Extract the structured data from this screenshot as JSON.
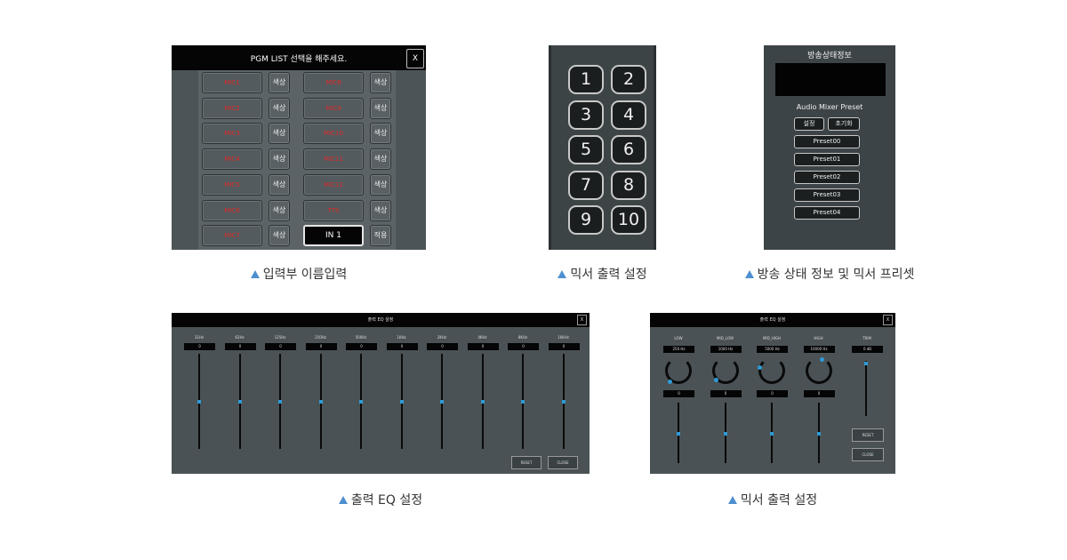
{
  "pgm_list": {
    "title": "PGM LIST 선택을 해주세요.",
    "close_label": "X",
    "rows": [
      {
        "left": "MIC1",
        "right": "MIC8"
      },
      {
        "left": "MIC2",
        "right": "MIC9"
      },
      {
        "left": "MIC3",
        "right": "MIC10"
      },
      {
        "left": "MIC4",
        "right": "MIC11"
      },
      {
        "left": "MIC5",
        "right": "MIC12"
      },
      {
        "left": "MIC6",
        "right": "TTS"
      },
      {
        "left": "MIC7",
        "right": "IN 1"
      }
    ],
    "color_label": "색상",
    "apply_label": "적용",
    "caption": "입력부 이름입력"
  },
  "numpad": {
    "keys": [
      "1",
      "2",
      "3",
      "4",
      "5",
      "6",
      "7",
      "8",
      "9",
      "10"
    ],
    "caption": "믹서 출력 설정"
  },
  "broadcast": {
    "title": "방송상태정보",
    "preset_heading": "Audio Mixer Preset",
    "set_label": "설정",
    "reset_label": "초기화",
    "presets": [
      "Preset00",
      "Preset01",
      "Preset02",
      "Preset03",
      "Preset04"
    ],
    "caption": "방송 상태 정보 및 믹서 프리셋"
  },
  "eq": {
    "title": "출력 EQ 설정",
    "close_label": "X",
    "bands": [
      {
        "label": "31Hz",
        "value": "0"
      },
      {
        "label": "62Hz",
        "value": "0"
      },
      {
        "label": "125Hz",
        "value": "0"
      },
      {
        "label": "250Hz",
        "value": "0"
      },
      {
        "label": "500Hz",
        "value": "0"
      },
      {
        "label": "1KHz",
        "value": "0"
      },
      {
        "label": "2KHz",
        "value": "0"
      },
      {
        "label": "4KHz",
        "value": "0"
      },
      {
        "label": "8KHz",
        "value": "0"
      },
      {
        "label": "16KHz",
        "value": "0"
      }
    ],
    "reset_label": "RESET",
    "close_button_label": "CLOSE",
    "caption": "출력 EQ 설정"
  },
  "mixer_out": {
    "title": "출력 EQ 설정",
    "close_label": "X",
    "channels": [
      {
        "label": "LOW",
        "freq": "250 Hz",
        "value": "0"
      },
      {
        "label": "MID_LOW",
        "freq": "1000 Hz",
        "value": "0"
      },
      {
        "label": "MID_HIGH",
        "freq": "5000 Hz",
        "value": "0"
      },
      {
        "label": "HIGH",
        "freq": "10000 Hz",
        "value": "0"
      }
    ],
    "trim_label": "TRIM",
    "trim_value": "0 dB",
    "reset_label": "RESET",
    "close_button_label": "CLOSE",
    "caption": "믹서 출력 설정"
  },
  "colors": {
    "accent": "#4d8fcf",
    "knob": "#2e9bd6",
    "name_text": "#e02a2a"
  }
}
